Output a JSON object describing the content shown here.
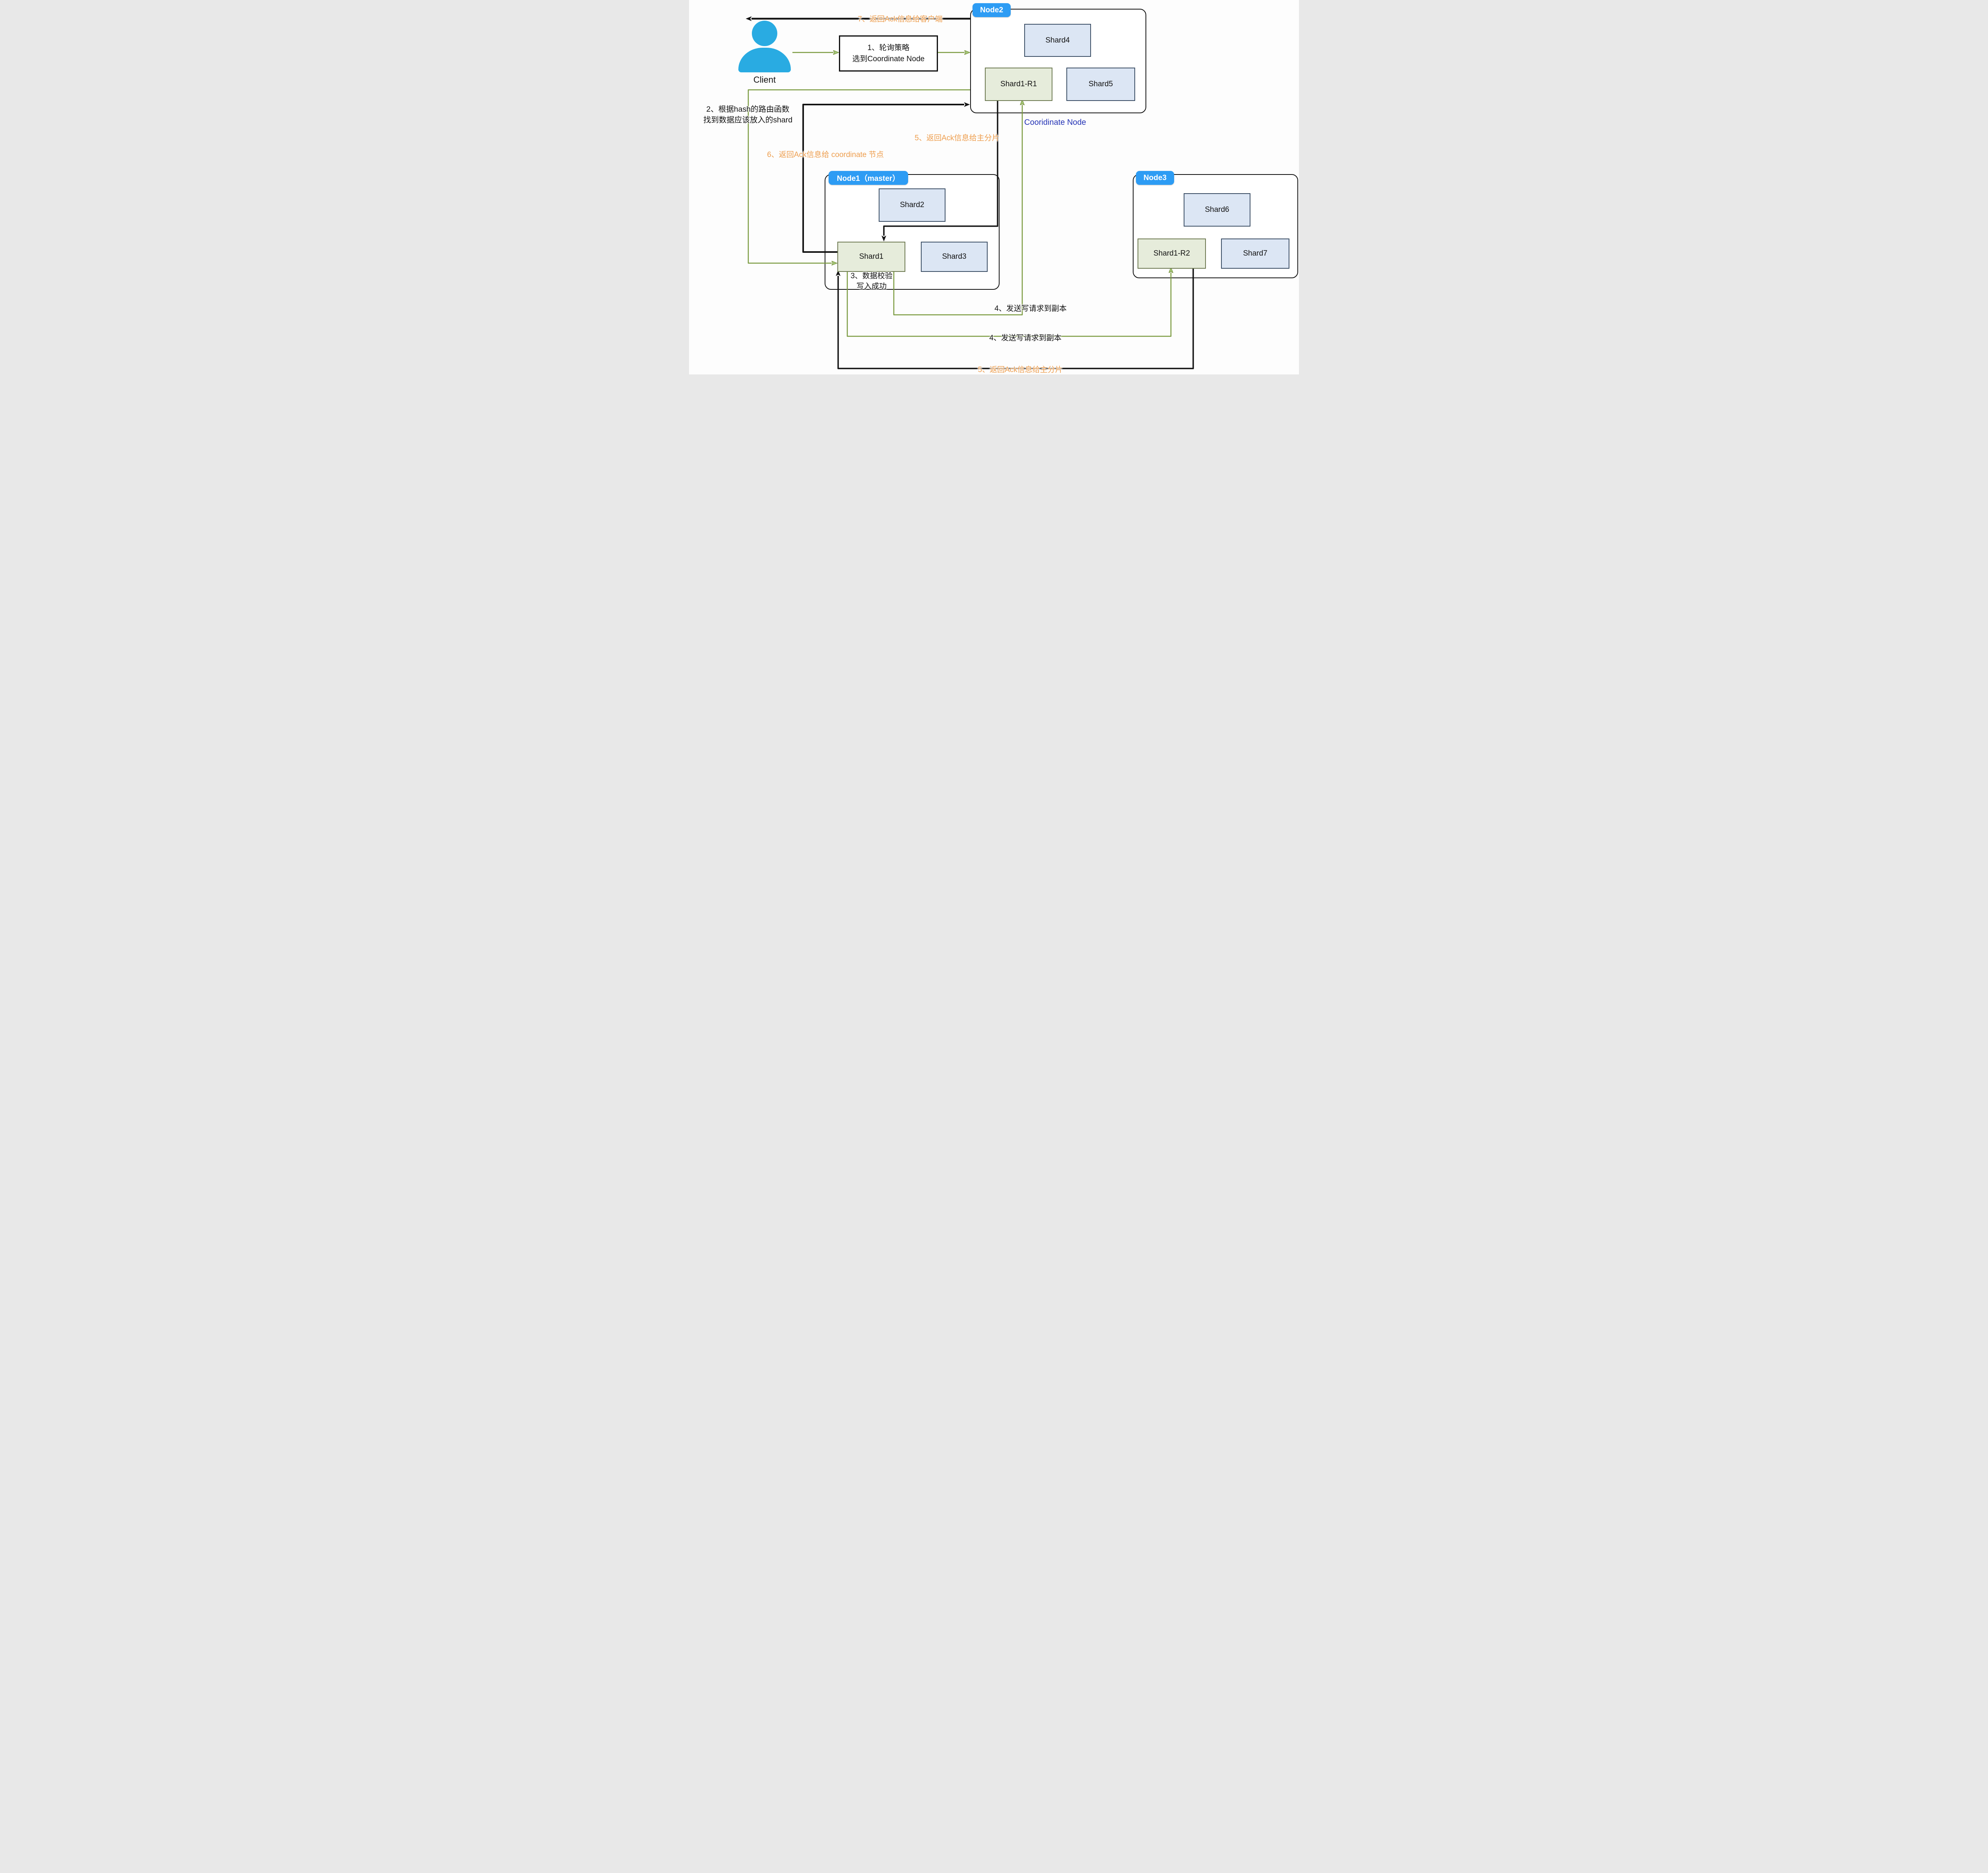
{
  "client": {
    "label": "Client"
  },
  "box1": {
    "line1": "1、轮询策略",
    "line2": "选到Coordinate Node"
  },
  "node2": {
    "tab": "Node2",
    "shard4": "Shard4",
    "shard1_r1": "Shard1-R1",
    "shard5": "Shard5"
  },
  "node1": {
    "tab": "Node1（master）",
    "shard2": "Shard2",
    "shard1": "Shard1",
    "shard3": "Shard3"
  },
  "node3": {
    "tab": "Node3",
    "shard6": "Shard6",
    "shard1_r2": "Shard1-R2",
    "shard7": "Shard7"
  },
  "labels": {
    "coordinate_node": "Cooridinate Node",
    "arrow7": "7、返回Ack信息给客户端",
    "arrow2_line1": "2、根据hash的路由函数",
    "arrow2_line2": "找到数据应该放入的shard",
    "arrow6": "6、返回Ack信息给 coordinate 节点",
    "arrow5_mid": "5、返回Ack信息给主分片",
    "arrow3_line1": "3、数据校验",
    "arrow3_line2": "写入成功",
    "arrow4_to_r1": "4、发送写请求到副本",
    "arrow4_to_r2": "4、发送写请求到副本",
    "arrow5_bottom": "5、返回Ack信息给主分片"
  },
  "colors": {
    "tab-blue": "#2d9cf4",
    "person-blue": "#29abe2",
    "orange": "#ed9d4d",
    "deep-blue": "#2433b5",
    "green-line": "#7a9a3f",
    "green-head": "#a5c876",
    "shard-blue-bg": "#dce6f4",
    "shard-green-bg": "#e6ecdb",
    "black": "#141414"
  }
}
